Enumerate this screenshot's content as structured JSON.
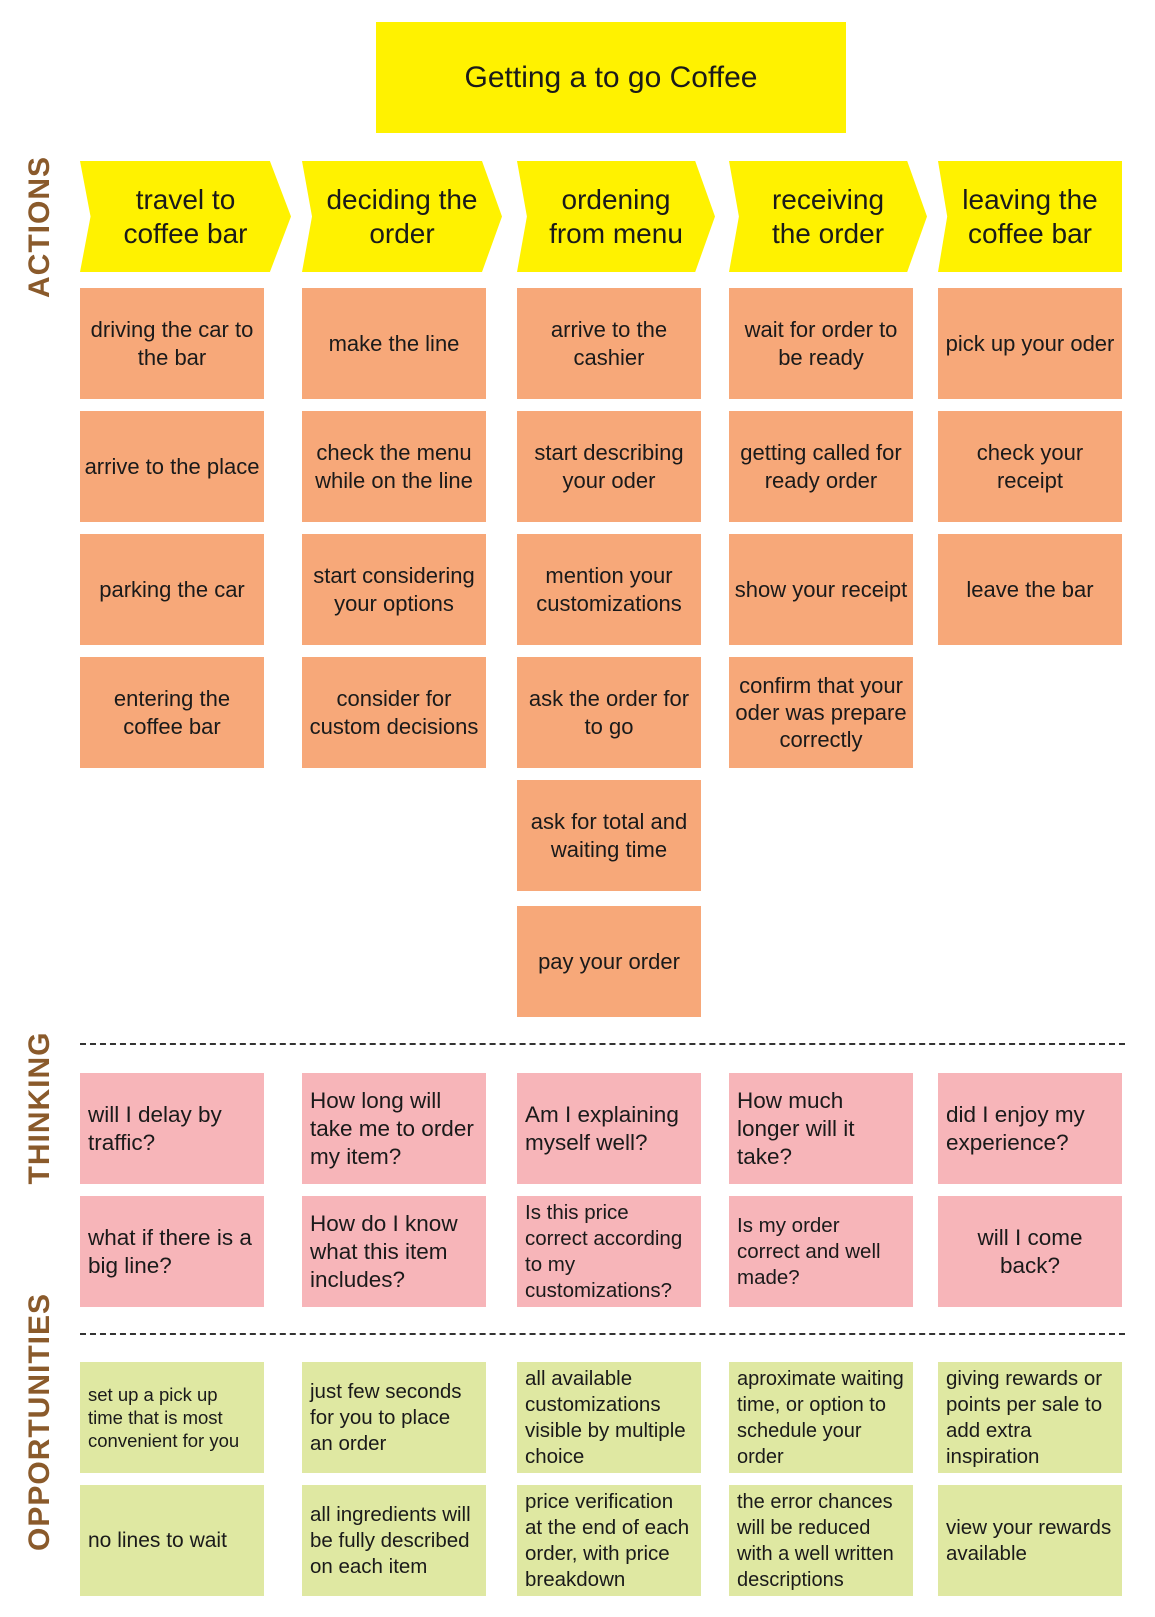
{
  "title": "Getting a to go Coffee",
  "sections": {
    "actions": "ACTIONS",
    "thinking": "THINKING",
    "opportunities": "OPPORTUNITIES"
  },
  "columns": [
    {
      "stage": "travel to coffee bar",
      "actions": [
        "driving the car to the bar",
        "arrive to the place",
        "parking the car",
        "entering the coffee bar"
      ],
      "thinking": [
        "will I delay by traffic?",
        "what if there is a big line?"
      ],
      "opportunities": [
        "set up a pick up time that is most convenient for you",
        "no lines to wait"
      ]
    },
    {
      "stage": "deciding the order",
      "actions": [
        "make the line",
        "check the menu while on the line",
        "start considering your options",
        "consider for custom decisions"
      ],
      "thinking": [
        "How long will take me to order my item?",
        "How do I know what this item includes?"
      ],
      "opportunities": [
        "just few seconds for you to place an order",
        "all ingredients will be fully described on each item"
      ]
    },
    {
      "stage": "ordening from menu",
      "actions": [
        "arrive to the cashier",
        "start describing your oder",
        "mention your customizations",
        "ask the order for to go",
        "ask for total and waiting time",
        "pay your order"
      ],
      "thinking": [
        "Am I explaining myself well?",
        "Is this price correct according to my customizations?"
      ],
      "opportunities": [
        "all available customizations visible by multiple choice",
        "price verification at the end of each order, with price breakdown"
      ]
    },
    {
      "stage": "receiving the order",
      "actions": [
        "wait for order to be ready",
        "getting called for ready order",
        "show your receipt",
        "confirm that your oder was prepare correctly"
      ],
      "thinking": [
        "How  much longer will it take?",
        "Is my order correct and well made?"
      ],
      "opportunities": [
        "aproximate waiting time, or option to schedule your order",
        "the error chances will be reduced with a well written descriptions"
      ]
    },
    {
      "stage": "leaving the coffee bar",
      "actions": [
        "pick up your oder",
        "check your receipt",
        "leave the bar"
      ],
      "thinking": [
        "did I enjoy my experience?",
        "will I come back?"
      ],
      "opportunities": [
        "giving rewards or points per sale to add extra inspiration",
        "view your rewards available"
      ]
    }
  ],
  "colors": {
    "stage": "#fff200",
    "action": "#f7a879",
    "thinking": "#f7b5b9",
    "opportunity": "#dfe8a2",
    "section_label": "#8a5a2b"
  }
}
